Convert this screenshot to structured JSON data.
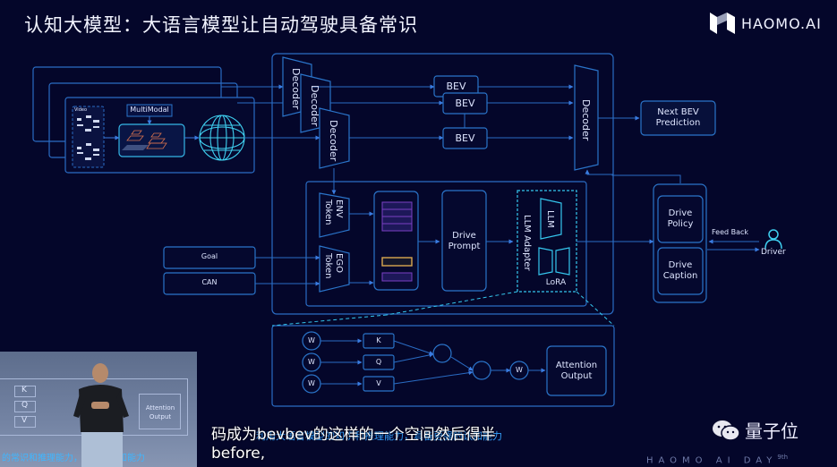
{
  "slide": {
    "title": "认知大模型：大语言模型让自动驾驶具备常识",
    "logo_text": "HAOMO.AI"
  },
  "diagram": {
    "input_panel": {
      "video_label": "Video",
      "multimodal_label": "MultiModal"
    },
    "decoders": [
      "Decoder",
      "Decoder",
      "Decoder"
    ],
    "bev_boxes": [
      "BEV",
      "BEV",
      "BEV"
    ],
    "right_decoder": "Decoder",
    "next_bev": [
      "Next BEV",
      "Prediction"
    ],
    "env_token": [
      "ENV",
      "Token"
    ],
    "ego_token": [
      "EGO",
      "Token"
    ],
    "goal": "Goal",
    "can": "CAN",
    "drive_prompt": [
      "Drive",
      "Prompt"
    ],
    "llm_adapter": "LLM Adapter",
    "llm": "LLM",
    "lora": "LoRA",
    "drive_policy": [
      "Drive",
      "Policy"
    ],
    "drive_caption": [
      "Drive",
      "Caption"
    ],
    "feedback": "Feed Back",
    "driver": "Driver",
    "attention": {
      "w_nodes": [
        "W",
        "W",
        "W"
      ],
      "kqv": [
        "K",
        "Q",
        "V"
      ],
      "w_out": "W",
      "output": [
        "Attention",
        "Output"
      ]
    },
    "colors": {
      "line": "#2f6fd0",
      "box_border": "#2a74c9",
      "cyan": "#35c7ee",
      "purple": "#7a3fc4",
      "gold": "#d9a850"
    }
  },
  "inset_video": {
    "kqv": [
      "K",
      "Q",
      "V"
    ],
    "attention_output": [
      "Attention",
      "Output"
    ],
    "caption_left": "的常识和推理能力，",
    "caption_right": "认知能力"
  },
  "subtitles": {
    "line1": "码成为bevbev的这样的一个空间然后得半",
    "line2": "before,",
    "behind_caption": "利用大语言模型的知识和推理能力，具备更强的认知能力"
  },
  "watermark": {
    "channel": "量子位",
    "event": "HAOMO AI DAY",
    "event_sup": "9th"
  }
}
